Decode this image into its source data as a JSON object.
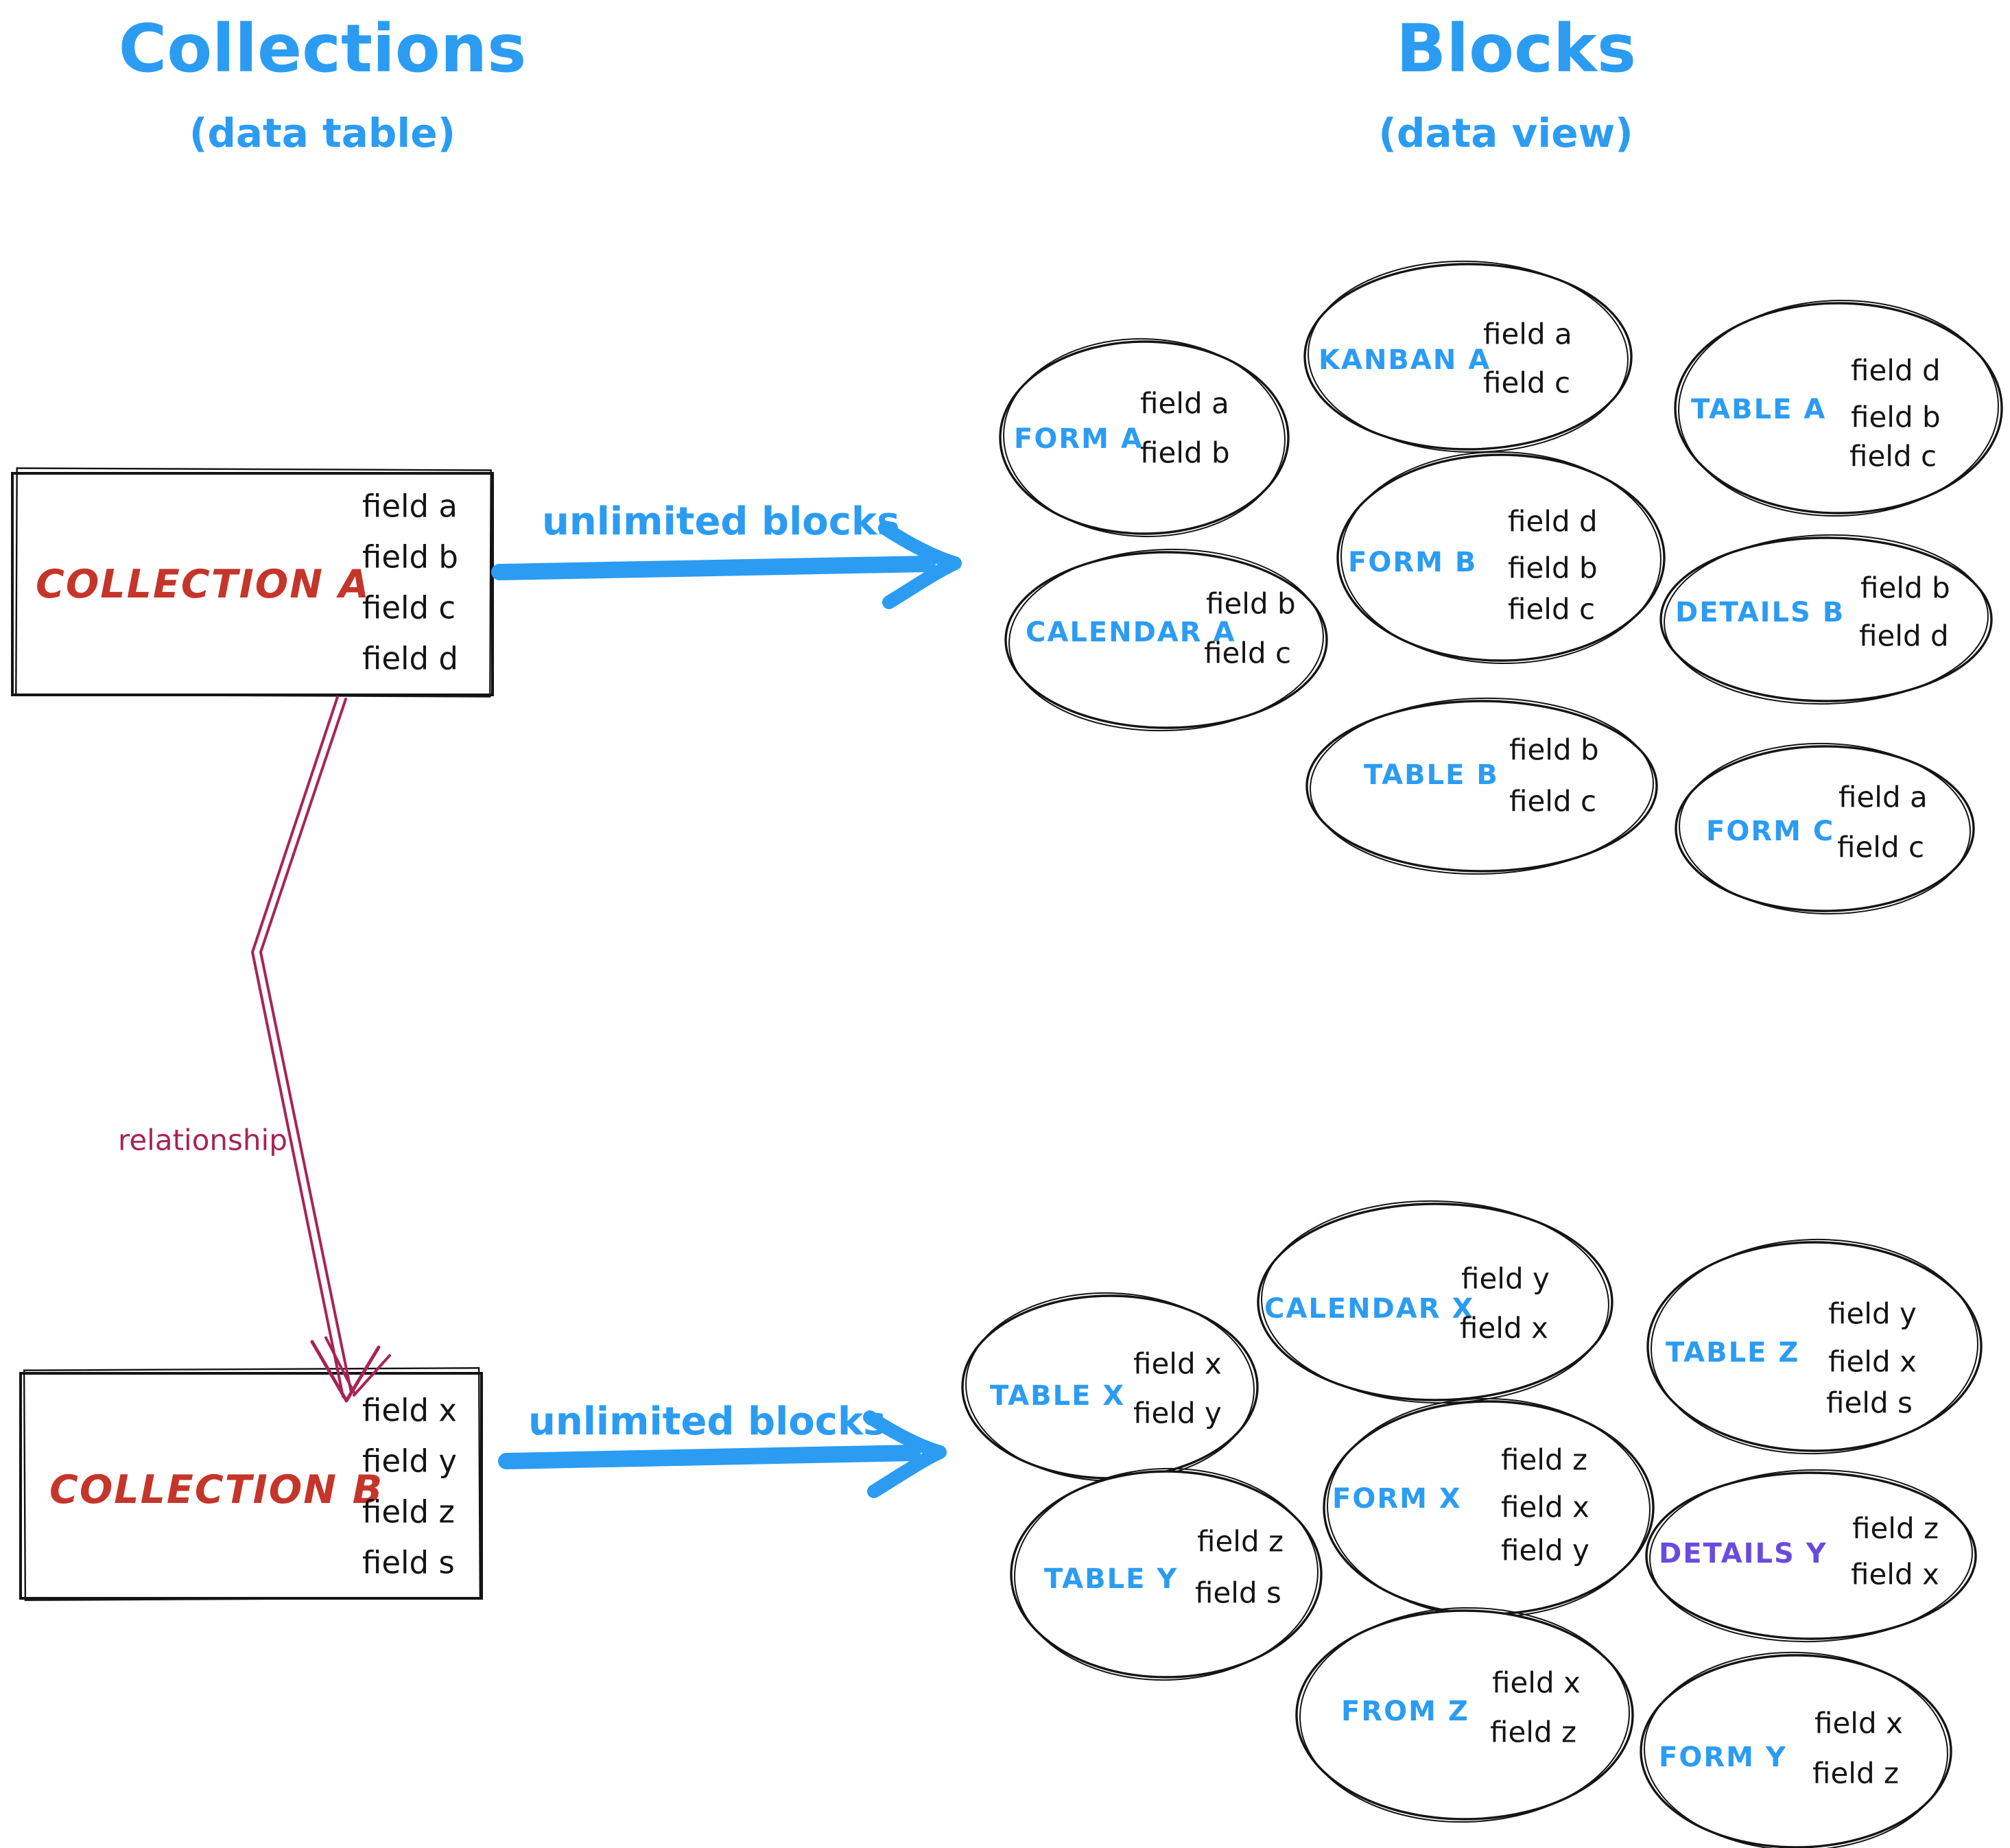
{
  "colors": {
    "blue": "#2b9cf2",
    "red": "#c4352a",
    "crimson": "#a72457",
    "purple": "#6a4be0",
    "ink": "#141414"
  },
  "left_column": {
    "title": "Collections",
    "subtitle": "(data table)",
    "collection_a": {
      "name": "COLLECTION A",
      "fields": [
        "field a",
        "field b",
        "field c",
        "field d"
      ]
    },
    "collection_b": {
      "name": "COLLECTION B",
      "fields": [
        "field x",
        "field y",
        "field z",
        "field s"
      ]
    },
    "arrow_a_label": "unlimited blocks",
    "arrow_b_label": "unlimited blocks",
    "relationship_label": "relationship"
  },
  "right_column": {
    "title": "Blocks",
    "subtitle": "(data view)",
    "blocks_a": [
      {
        "name": "FORM A",
        "fields": [
          "field a",
          "field b"
        ]
      },
      {
        "name": "KANBAN A",
        "fields": [
          "field a",
          "field c"
        ]
      },
      {
        "name": "TABLE A",
        "fields": [
          "field d",
          "field b",
          "field c"
        ]
      },
      {
        "name": "CALENDAR A",
        "fields": [
          "field b",
          "field c"
        ]
      },
      {
        "name": "FORM B",
        "fields": [
          "field d",
          "field b",
          "field c"
        ]
      },
      {
        "name": "DETAILS B",
        "fields": [
          "field b",
          "field d"
        ]
      },
      {
        "name": "TABLE B",
        "fields": [
          "field b",
          "field c"
        ]
      },
      {
        "name": "FORM C",
        "fields": [
          "field a",
          "field c"
        ]
      }
    ],
    "blocks_b": [
      {
        "name": "TABLE X",
        "fields": [
          "field x",
          "field y"
        ]
      },
      {
        "name": "CALENDAR X",
        "fields": [
          "field y",
          "field x"
        ]
      },
      {
        "name": "TABLE Z",
        "fields": [
          "field y",
          "field x",
          "field s"
        ]
      },
      {
        "name": "TABLE Y",
        "fields": [
          "field z",
          "field s"
        ]
      },
      {
        "name": "FORM X",
        "fields": [
          "field z",
          "field x",
          "field y"
        ]
      },
      {
        "name": "DETAILS Y",
        "fields": [
          "field z",
          "field x"
        ]
      },
      {
        "name": "FROM Z",
        "fields": [
          "field x",
          "field z"
        ]
      },
      {
        "name": "FORM Y",
        "fields": [
          "field x",
          "field z"
        ]
      }
    ]
  }
}
